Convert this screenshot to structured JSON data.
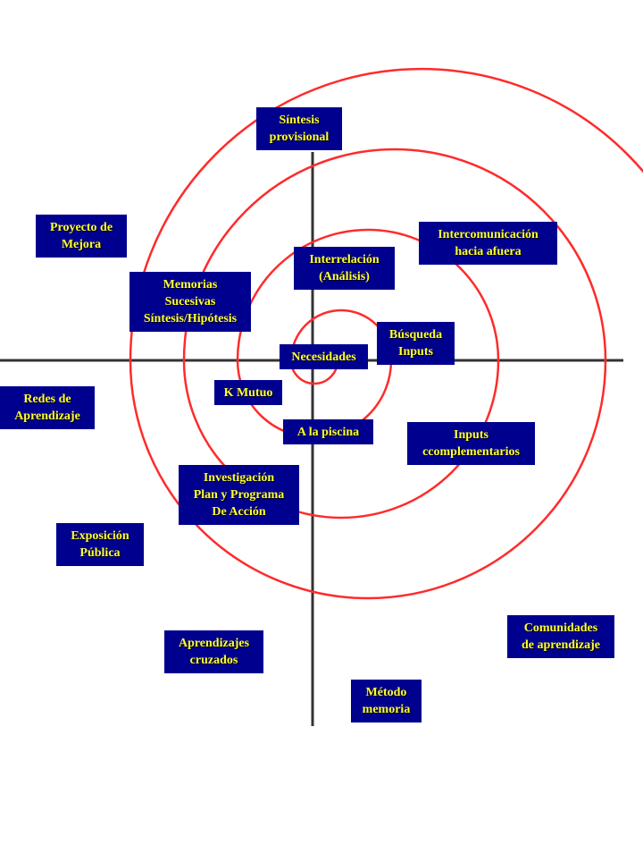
{
  "colors": {
    "spiral": "#ff2b2b",
    "axes": "#333333",
    "box_fill": "#00008f",
    "box_text": "#ffff33"
  },
  "labels": {
    "sintesis": "Síntesis\nprovisional",
    "proyecto": "Proyecto de\nMejora",
    "intercom": "Intercomunicación\nhacia afuera",
    "interrelacion": "Interrelación\n(Análisis)",
    "memorias": "Memorias\nSucesivas\nSíntesis/Hipótesis",
    "busqueda": "Búsqueda\nInputs",
    "necesidades": "Necesidades",
    "kmutuo": "K Mutuo",
    "redes": "Redes de\nAprendizaje",
    "piscina": "A la piscina",
    "inputs_comp": "Inputs\nccomplementarios",
    "investigacion": "Investigación\nPlan y Programa\nDe Acción",
    "exposicion": "Exposición\nPública",
    "comunidades": "Comunidades\nde aprendizaje",
    "aprendizajes": "Aprendizajes\ncruzados",
    "metodo": "Método\nmemoria"
  }
}
